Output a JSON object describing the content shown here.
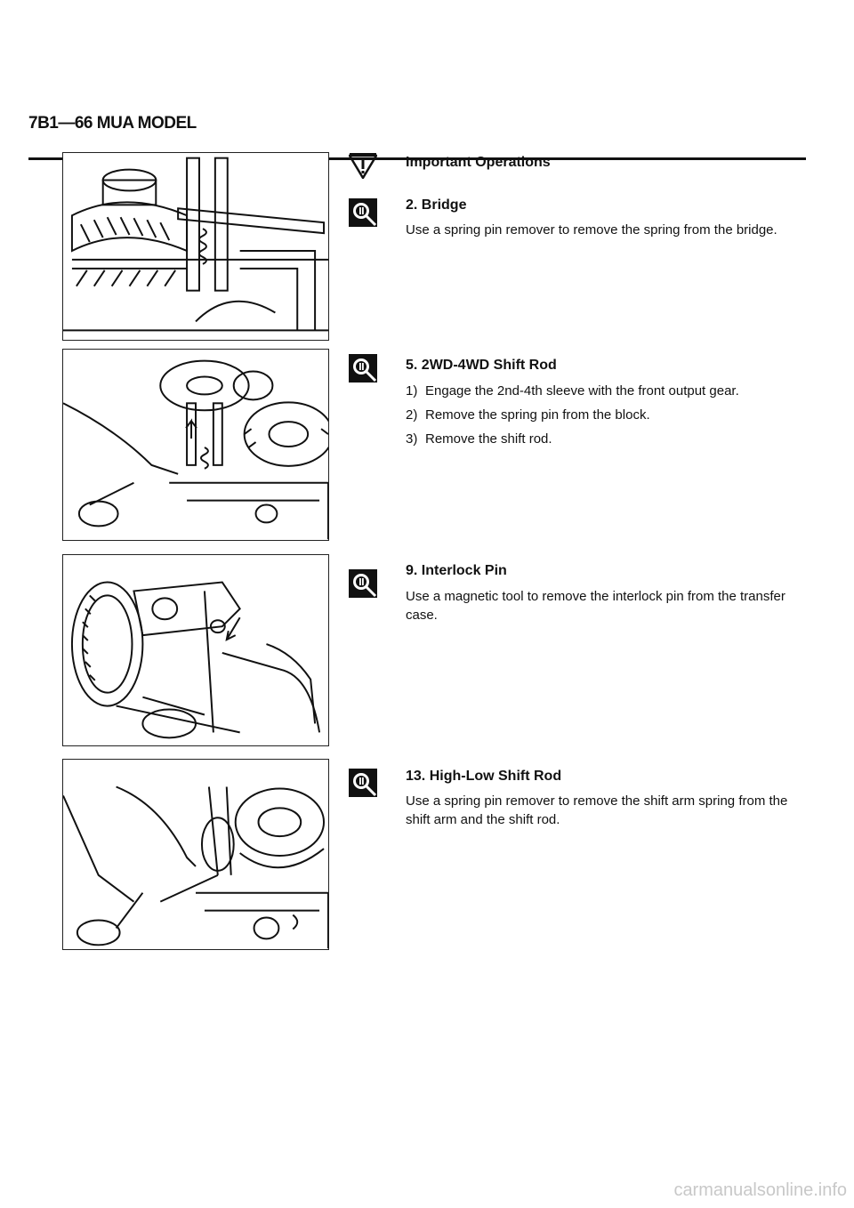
{
  "header": {
    "title": "7B1—66 MUA MODEL"
  },
  "sections": [
    {
      "important_title": "Important Operations",
      "heading": "2. Bridge",
      "body": "Use a spring pin remover to remove the spring from the bridge."
    },
    {
      "heading": "5. 2WD-4WD Shift Rod",
      "steps": [
        {
          "num": "1)",
          "text": "Engage the 2nd-4th sleeve with the front output gear."
        },
        {
          "num": "2)",
          "text": "Remove the spring pin from the block."
        },
        {
          "num": "3)",
          "text": "Remove the shift rod."
        }
      ]
    },
    {
      "heading": "9. Interlock Pin",
      "body": "Use a magnetic tool to remove the interlock pin from the transfer case."
    },
    {
      "heading": "13. High-Low Shift Rod",
      "body": "Use a spring pin remover to remove the shift arm spring from the shift arm and the shift rod."
    }
  ],
  "icons": {
    "warning": "important-operation-triangle-icon",
    "removal": "removal-magnifier-icon"
  },
  "footer": {
    "watermark": "carmanualsonline.info"
  }
}
